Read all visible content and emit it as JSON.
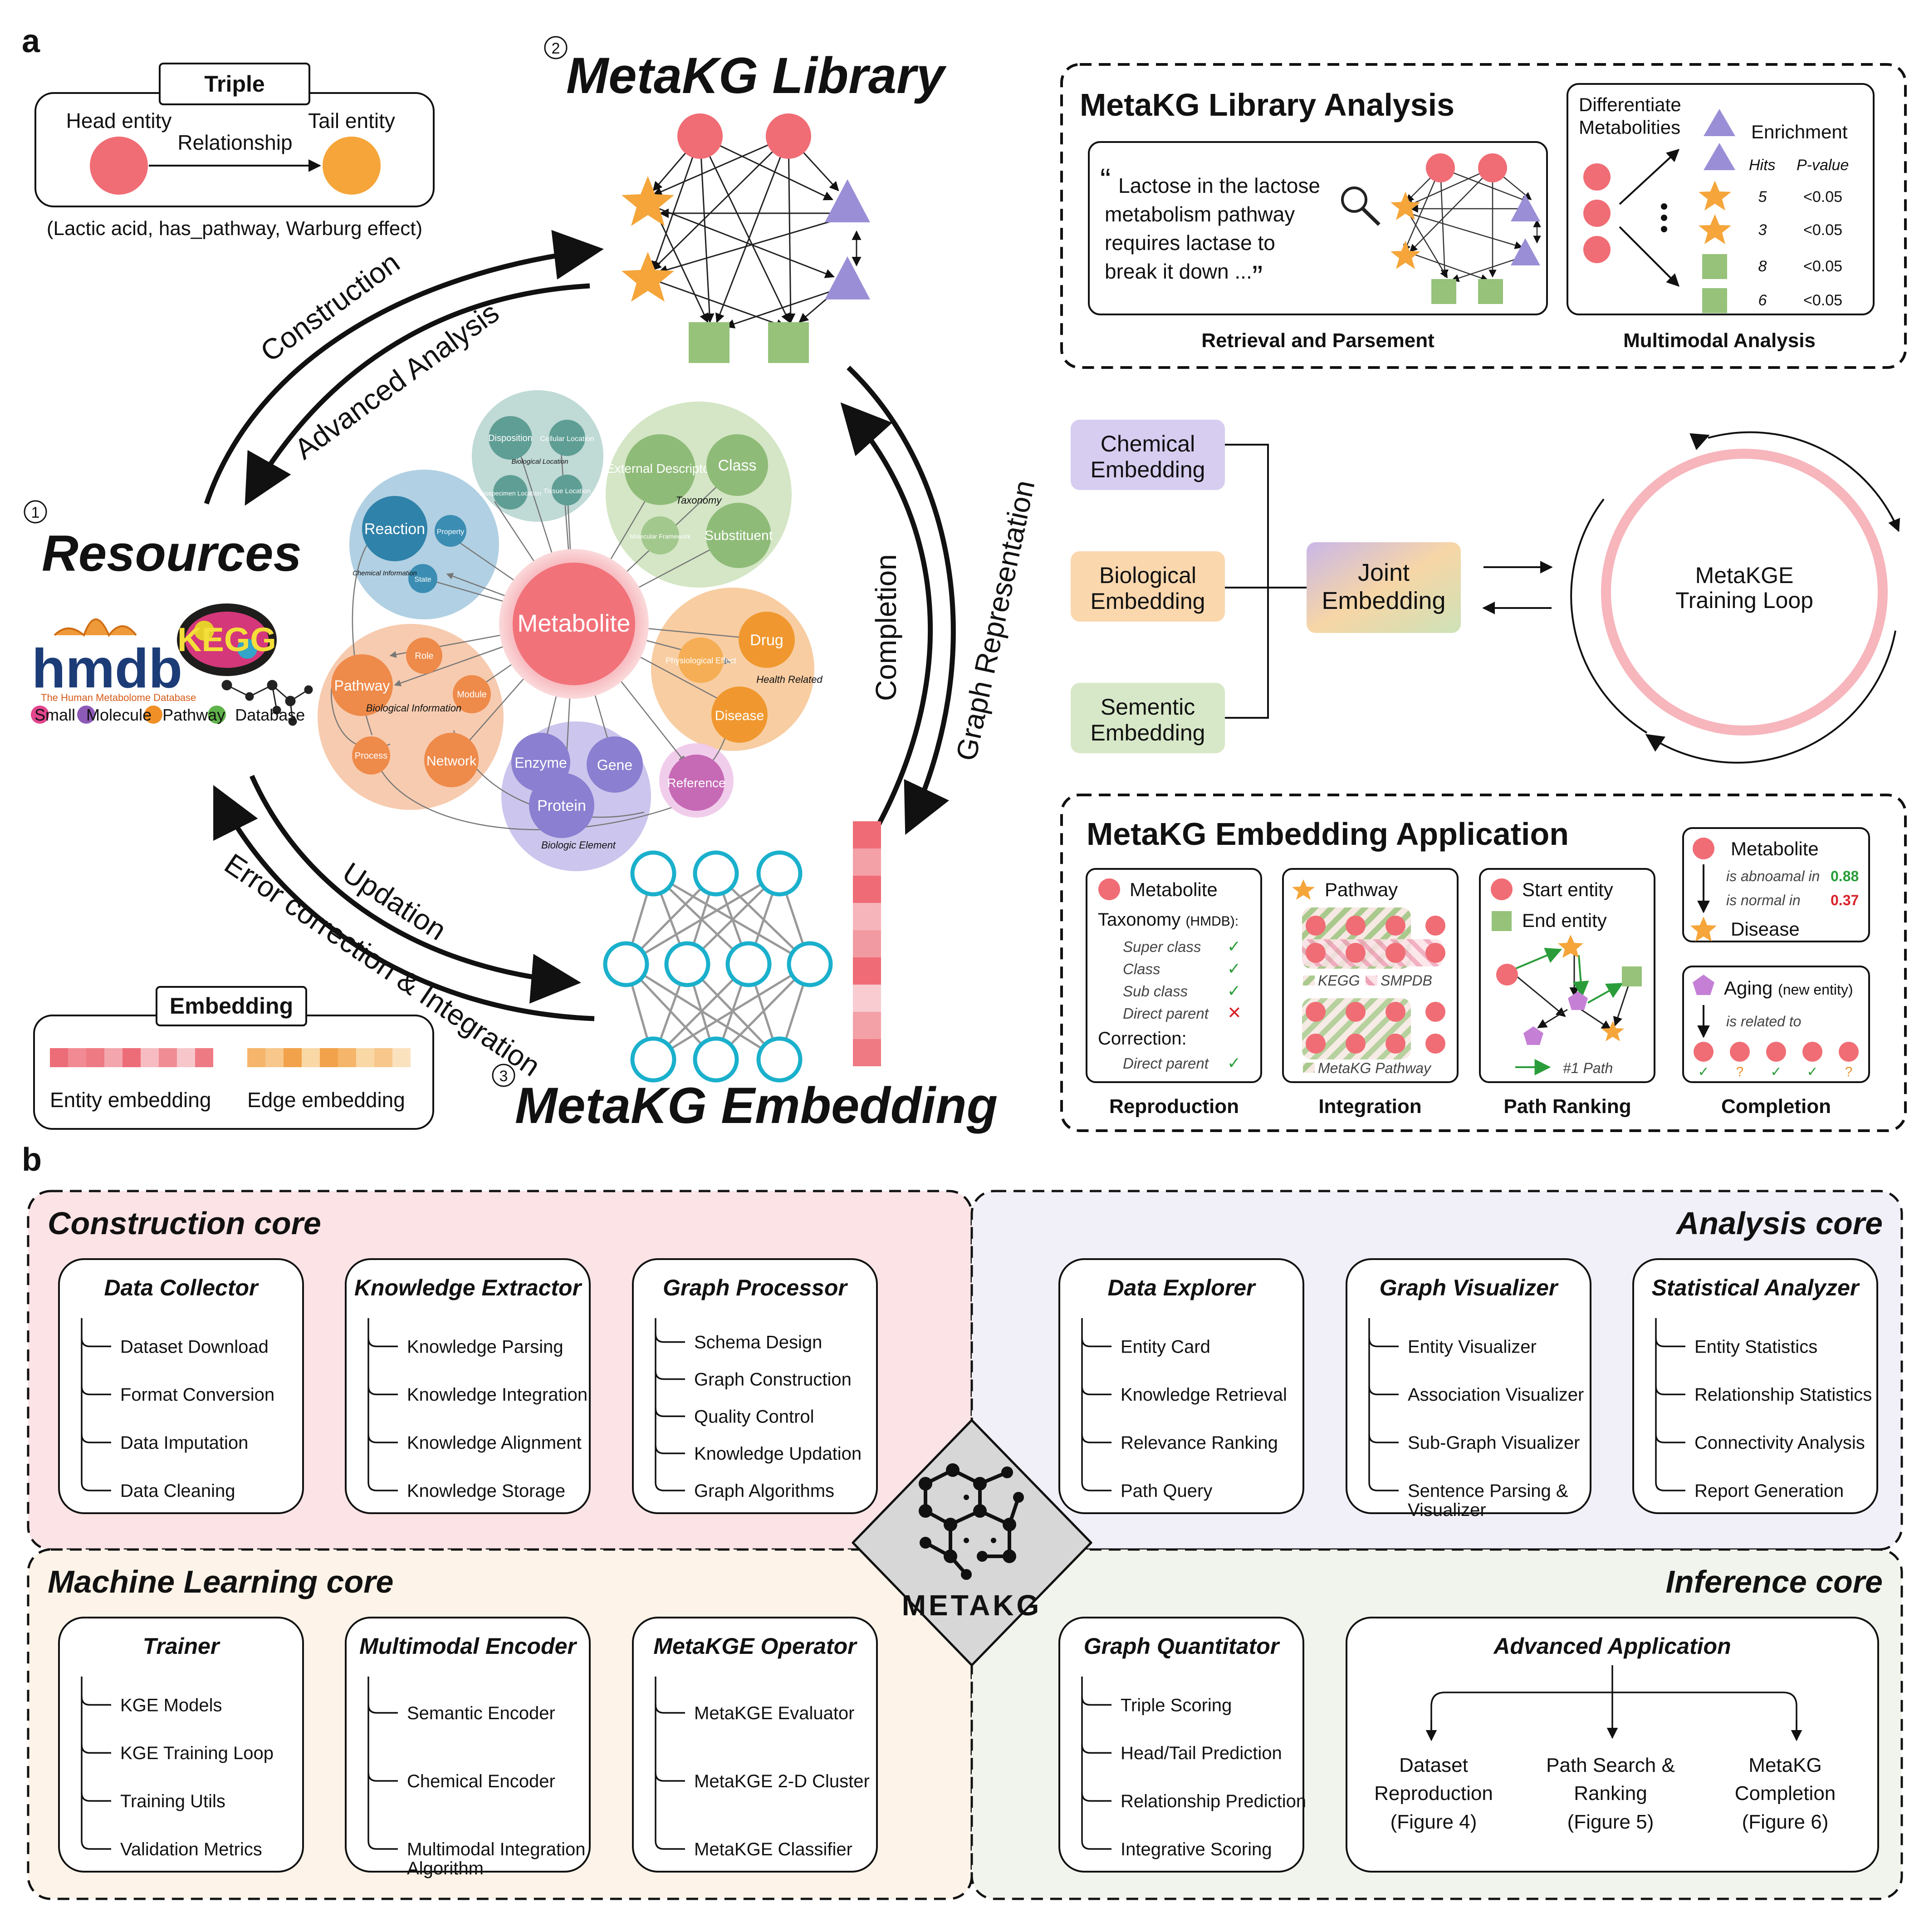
{
  "panel_a": {
    "label": "a",
    "triple": {
      "title": "Triple",
      "head": "Head entity",
      "tail": "Tail entity",
      "relationship": "Relationship",
      "example": "(Lactic acid, has_pathway, Warburg effect)"
    },
    "library": {
      "num": "2",
      "title": "MetaKG Library"
    },
    "resources": {
      "num": "1",
      "title": "Resources",
      "hmdb": "hmdb",
      "hmdb_sub": "The Human Metabolome Database",
      "kegg": "KEGG",
      "smpdb": [
        "S",
        "mall ",
        "M",
        "olecule ",
        "P",
        "athway ",
        "D",
        "atabase"
      ]
    },
    "embedding": {
      "num": "3",
      "title": "MetaKG Embedding"
    },
    "arrows": {
      "construction": "Construction",
      "advanced": "Advanced Analysis",
      "completion": "Completion",
      "graph_rep": "Graph Representation",
      "updation": "Updation",
      "error": "Error correction & Integration"
    },
    "schema": {
      "metabolite": "Metabolite",
      "reaction": "Reaction",
      "property": "Property",
      "state": "State",
      "chem_info": "Chemical Information",
      "disposition": "Disposition",
      "cellular": "Cellular Location",
      "bio_location": "Biological Location",
      "biospecimen": "Biospecimen Location",
      "tissue": "Tissue Location",
      "ext_desc": "External Descriptor",
      "class": "Class",
      "taxonomy": "Taxonomy",
      "mol_framework": "Molecular Framework",
      "substituent": "Substituent",
      "drug": "Drug",
      "phys_effect": "Physiological Effect",
      "health": "Health Related",
      "disease": "Disease",
      "pathway": "Pathway",
      "role": "Role",
      "module": "Module",
      "bio_info": "Biological Information",
      "process": "Process",
      "network": "Network",
      "enzyme": "Enzyme",
      "gene": "Gene",
      "protein": "Protein",
      "bio_element": "Biologic Element",
      "reference": "Reference"
    },
    "embedding_legend": {
      "title": "Embedding",
      "entity": "Entity embedding",
      "edge": "Edge embedding"
    },
    "library_analysis": {
      "title": "MetaKG Library Analysis",
      "quote": [
        "Lactose in the lactose",
        "metabolism pathway",
        "requires lactase to",
        "break it down ..."
      ],
      "retrieval": "Retrieval and Parsement",
      "diff_title": [
        "Differentiate",
        "Metabolities"
      ],
      "enrichment": "Enrichment",
      "hits_h": "Hits",
      "pval_h": "P-value",
      "hits": [
        "5",
        "3",
        "8",
        "6"
      ],
      "pvals": [
        "<0.05",
        "<0.05",
        "<0.05",
        "<0.05"
      ],
      "multimodal": "Multimodal Analysis"
    },
    "joint": {
      "chemical": [
        "Chemical",
        "Embedding"
      ],
      "biological": [
        "Biological",
        "Embedding"
      ],
      "sementic": [
        "Sementic",
        "Embedding"
      ],
      "joint": [
        "Joint",
        "Embedding"
      ],
      "loop": [
        "MetaKGE",
        "Training Loop"
      ]
    },
    "application": {
      "title": "MetaKG Embedding Application",
      "rep_metabolite": "Metabolite",
      "taxonomy": "Taxonomy",
      "taxonomy_src": "(HMDB):",
      "tax_items": [
        "Super class",
        "Class",
        "Sub class",
        "Direct parent"
      ],
      "correction": "Correction:",
      "corr_item": "Direct parent",
      "reproduction": "Reproduction",
      "pathway": "Pathway",
      "kegg": "KEGG",
      "smpdb": "SMPDB",
      "metakg_pathway": "MetaKG Pathway",
      "integration": "Integration",
      "start": "Start entity",
      "end": "End entity",
      "path1": "#1 Path",
      "path_ranking": "Path Ranking",
      "c_metabolite": "Metabolite",
      "abnormal": "is abnoamal in",
      "abnormal_v": "0.88",
      "normal": "is normal in",
      "normal_v": "0.37",
      "disease": "Disease",
      "aging": "Aging",
      "new_entity": "(new entity)",
      "related": "is related to",
      "completion": "Completion"
    }
  },
  "panel_b": {
    "label": "b",
    "logo": "METAKG",
    "cores": [
      {
        "title": "Construction core",
        "modules": [
          {
            "title": "Data Collector",
            "items": [
              "Dataset Download",
              "Format Conversion",
              "Data Imputation",
              "Data Cleaning"
            ]
          },
          {
            "title": "Knowledge Extractor",
            "items": [
              "Knowledge Parsing",
              "Knowledge Integration",
              "Knowledge Alignment",
              "Knowledge Storage"
            ]
          },
          {
            "title": "Graph Processor",
            "items": [
              "Schema Design",
              "Graph Construction",
              "Quality Control",
              "Knowledge Updation",
              "Graph Algorithms"
            ]
          }
        ]
      },
      {
        "title": "Analysis core",
        "modules": [
          {
            "title": "Data Explorer",
            "items": [
              "Entity Card",
              "Knowledge Retrieval",
              "Relevance Ranking",
              "Path Query"
            ]
          },
          {
            "title": "Graph Visualizer",
            "items": [
              "Entity Visualizer",
              "Association Visualizer",
              "Sub-Graph Visualizer",
              "Sentence Parsing &",
              "Visualizer"
            ]
          },
          {
            "title": "Statistical Analyzer",
            "items": [
              "Entity Statistics",
              "Relationship Statistics",
              "Connectivity Analysis",
              "Report Generation"
            ]
          }
        ]
      },
      {
        "title": "Machine Learning core",
        "modules": [
          {
            "title": "Trainer",
            "items": [
              "KGE Models",
              "KGE Training Loop",
              "Training Utils",
              "Validation Metrics"
            ]
          },
          {
            "title": "Multimodal Encoder",
            "items": [
              "Semantic Encoder",
              "Chemical Encoder",
              "Multimodal Integration",
              "Algorithm"
            ]
          },
          {
            "title": "MetaKGE Operator",
            "items": [
              "MetaKGE Evaluator",
              "MetaKGE 2-D Cluster",
              "MetaKGE Classifier"
            ]
          }
        ]
      },
      {
        "title": "Inference core",
        "modules": [
          {
            "title": "Graph Quantitator",
            "items": [
              "Triple Scoring",
              "Head/Tail Prediction",
              "Relationship Prediction",
              "Integrative Scoring"
            ]
          },
          {
            "title": "Advanced Application",
            "items": [
              "Dataset",
              "Reproduction",
              "(Figure 4)",
              "Path Search &",
              "Ranking",
              "(Figure 5)",
              "MetaKG",
              "Completion",
              "(Figure 6)"
            ]
          }
        ]
      }
    ]
  }
}
